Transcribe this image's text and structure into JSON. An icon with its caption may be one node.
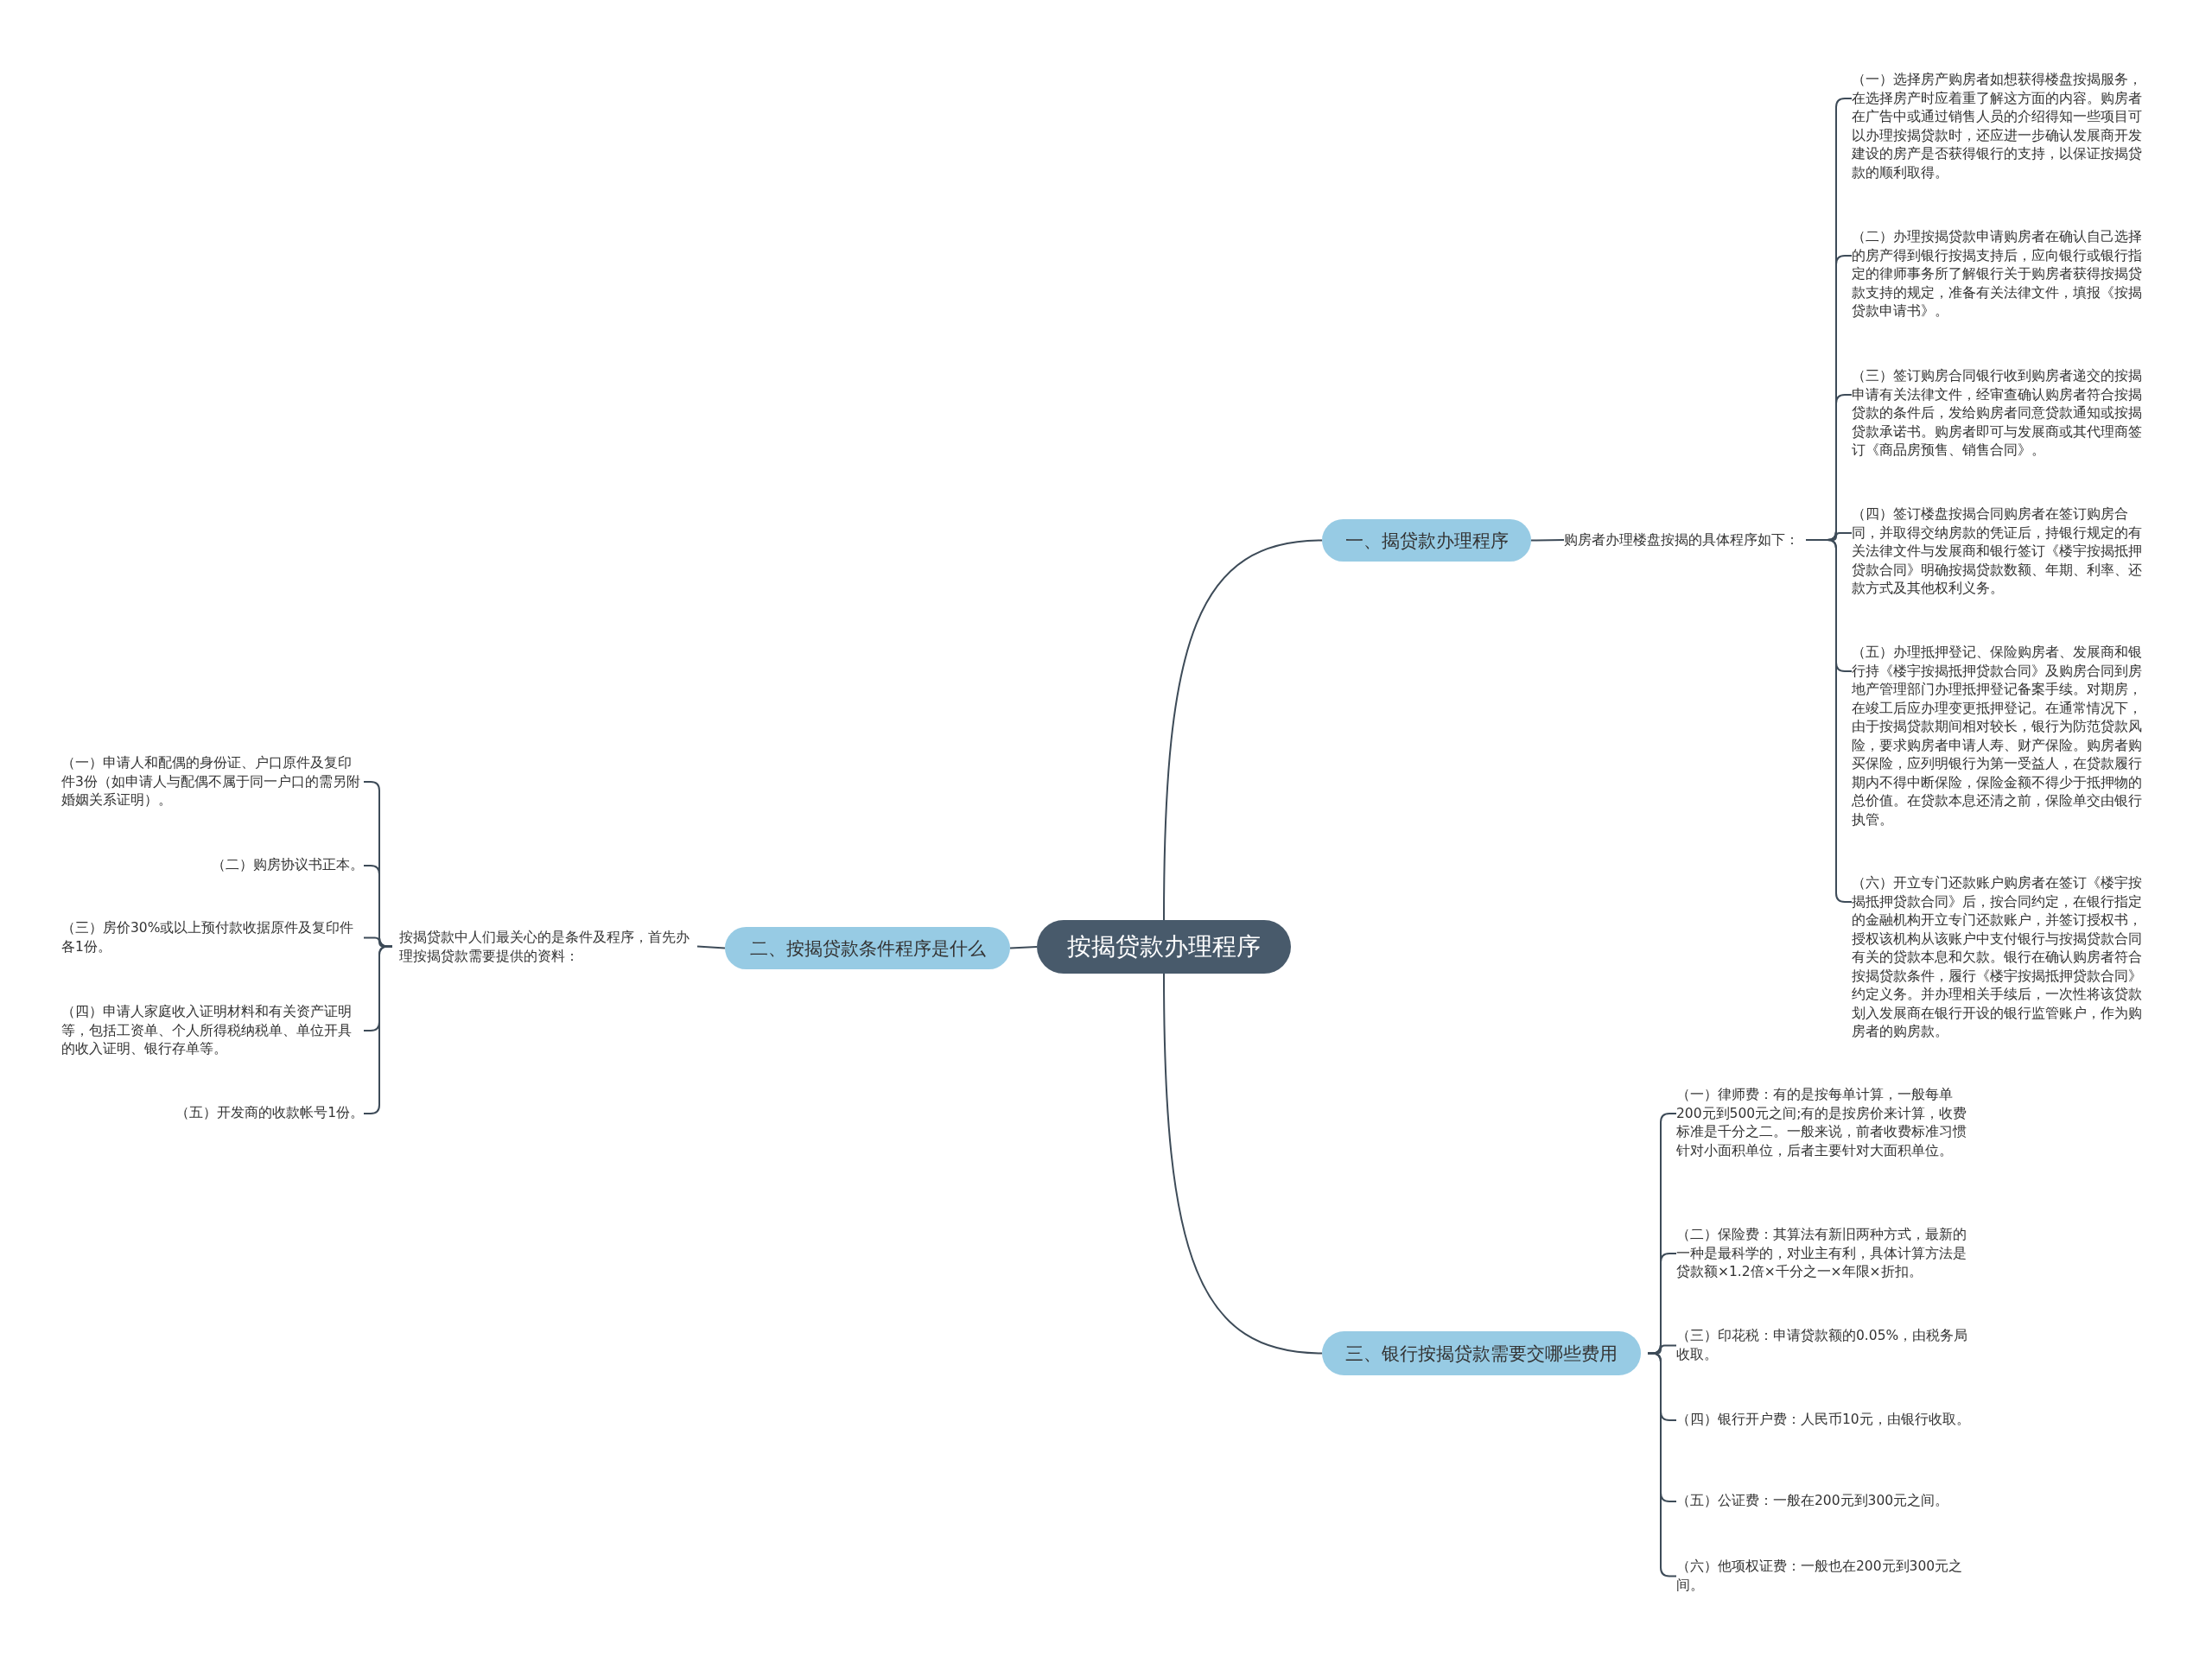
{
  "diagram": {
    "nodes": [
      {
        "text": [
          "按揭贷款办理程序"
        ]
      },
      {
        "text": [
          "一、揭贷款办理程序"
        ]
      },
      {
        "text": [
          "购房者办理楼盘按揭的具体程序如下："
        ]
      },
      {
        "text": [
          "（一）选择房产购房者如想获得楼盘按揭服务，在选择房产时应着重了解这方面的内容。购房者在广告中或通过销售人员的介绍得知一些项目可以办理按揭贷款时，还应进一步确认发展商开发建设的房产是否获得银行的支持，以保证按揭贷款的顺利取得。"
        ]
      },
      {
        "text": [
          "（二）办理按揭贷款申请购房者在确认自己选择的房产得到银行按揭支持后，应向银行或银行指定的律师事务所了解银行关于购房者获得按揭贷款支持的规定，准备有关法律文件，填报《按揭贷款申请书》。"
        ]
      },
      {
        "text": [
          "（三）签订购房合同银行收到购房者递交的按揭申请有关法律文件，经审查确认购房者符合按揭贷款的条件后，发给购房者同意贷款通知或按揭贷款承诺书。购房者即可与发展商或其代理商签订《商品房预售、销售合同》。"
        ]
      },
      {
        "text": [
          "（四）签订楼盘按揭合同购房者在签订购房合同，并取得交纳房款的凭证后，持银行规定的有关法律文件与发展商和银行签订《楼宇按揭抵押贷款合同》明确按揭贷款数额、年期、利率、还款方式及其他权利义务。"
        ]
      },
      {
        "text": [
          "（五）办理抵押登记、保险购房者、发展商和银行持《楼宇按揭抵押贷款合同》及购房合同到房地产管理部门办理抵押登记备案手续。对期房，在竣工后应办理变更抵押登记。在通常情况下，由于按揭贷款期间相对较长，银行为防范贷款风险，要求购房者申请人寿、财产保险。购房者购买保险，应列明银行为第一受益人，在贷款履行期内不得中断保险，保险金额不得少于抵押物的总价值。在贷款本息还清之前，保险单交由银行执管。"
        ]
      },
      {
        "text": [
          "（六）开立专门还款账户购房者在签订《楼宇按揭抵押贷款合同》后，按合同约定，在银行指定的金融机构开立专门还款账户，并签订授权书，授权该机构从该账户中支付银行与按揭贷款合同有关的贷款本息和欠款。银行在确认购房者符合按揭贷款条件，履行《楼宇按揭抵押贷款合同》约定义务。并办理相关手续后，一次性将该贷款划入发展商在银行开设的银行监管账户，作为购房者的购房款。"
        ]
      },
      {
        "text": [
          "二、按揭贷款条件程序是什么"
        ]
      },
      {
        "text": [
          "按揭贷款中人们最关心的是条件及程序，首先办理按揭贷款需要提供的资料："
        ]
      },
      {
        "text": [
          "（一）申请人和配偶的身份证、户口原件及复印件3份（如申请人与配偶不属于同一户口的需另附婚姻关系证明）。"
        ]
      },
      {
        "text": [
          "（二）购房协议书正本。"
        ]
      },
      {
        "text": [
          "（三）房价30%或以上预付款收据原件及复印件各1份。"
        ]
      },
      {
        "text": [
          "（四）申请人家庭收入证明材料和有关资产证明等，包括工资单、个人所得税纳税单、单位开具的收入证明、银行存单等。"
        ]
      },
      {
        "text": [
          "（五）开发商的收款帐号1份。"
        ]
      },
      {
        "text": [
          "三、银行按揭贷款需要交哪些费用"
        ]
      },
      {
        "text": [
          "（一）律师费：有的是按每单计算，一般每单200元到500元之间;有的是按房价来计算，收费标准是千分之二。一般来说，前者收费标准习惯针对小面积单位，后者主要针对大面积单位。"
        ]
      },
      {
        "text": [
          "（二）保险费：其算法有新旧两种方式，最新的一种是最科学的，对业主有利，具体计算方法是贷款额×1.2倍×千分之一×年限×折扣。"
        ]
      },
      {
        "text": [
          "（三）印花税：申请贷款额的0.05%，由税务局收取。"
        ]
      },
      {
        "text": [
          "（四）银行开户费：人民币10元，由银行收取。"
        ]
      },
      {
        "text": [
          "（五）公证费：一般在200元到300元之间。"
        ]
      },
      {
        "text": [
          "（六）他项权证费：一般也在200元到300元之间。"
        ]
      }
    ],
    "edges": [
      {
        "from": 0,
        "to": 1,
        "arrow": "none"
      },
      {
        "from": 1,
        "to": 2,
        "arrow": "none"
      },
      {
        "from": 2,
        "to": 3,
        "arrow": "none"
      },
      {
        "from": 2,
        "to": 4,
        "arrow": "none"
      },
      {
        "from": 2,
        "to": 5,
        "arrow": "none"
      },
      {
        "from": 2,
        "to": 6,
        "arrow": "none"
      },
      {
        "from": 2,
        "to": 7,
        "arrow": "none"
      },
      {
        "from": 2,
        "to": 8,
        "arrow": "none"
      },
      {
        "from": 0,
        "to": 9,
        "arrow": "none"
      },
      {
        "from": 9,
        "to": 10,
        "arrow": "none"
      },
      {
        "from": 10,
        "to": 11,
        "arrow": "none"
      },
      {
        "from": 10,
        "to": 12,
        "arrow": "none"
      },
      {
        "from": 10,
        "to": 13,
        "arrow": "none"
      },
      {
        "from": 10,
        "to": 14,
        "arrow": "none"
      },
      {
        "from": 10,
        "to": 15,
        "arrow": "none"
      },
      {
        "from": 0,
        "to": 16,
        "arrow": "none"
      },
      {
        "from": 16,
        "to": 17,
        "arrow": "none"
      },
      {
        "from": 16,
        "to": 18,
        "arrow": "none"
      },
      {
        "from": 16,
        "to": 19,
        "arrow": "none"
      },
      {
        "from": 16,
        "to": 20,
        "arrow": "none"
      },
      {
        "from": 16,
        "to": 21,
        "arrow": "none"
      },
      {
        "from": 16,
        "to": 22,
        "arrow": "none"
      }
    ]
  }
}
